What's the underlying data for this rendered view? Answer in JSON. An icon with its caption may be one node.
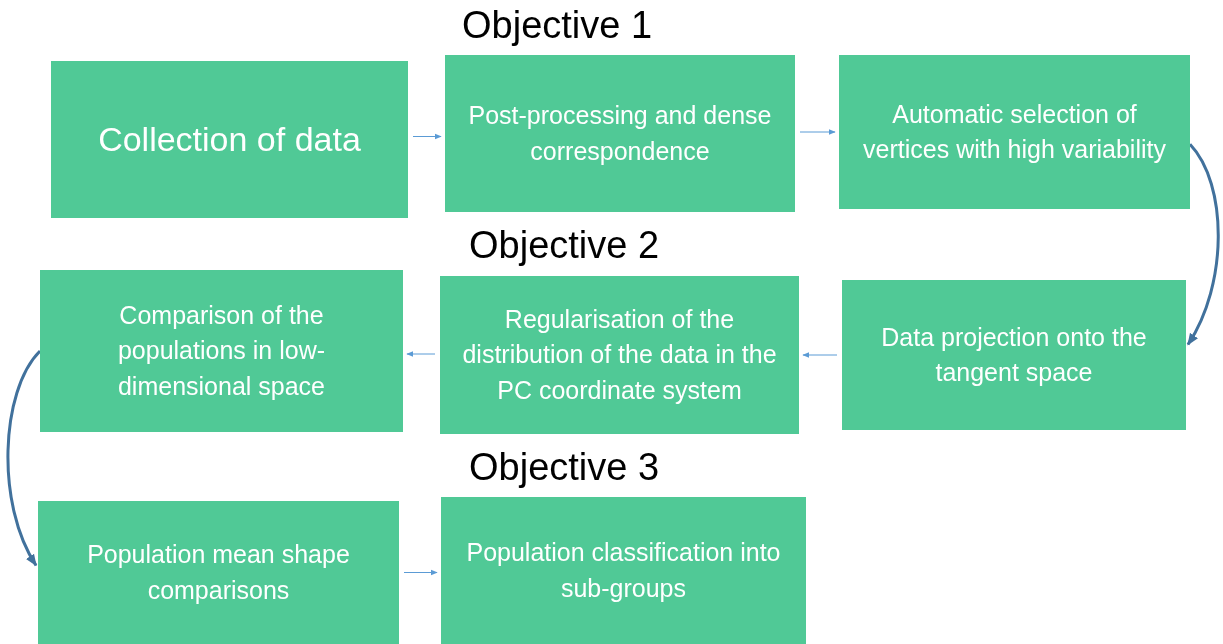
{
  "diagram": {
    "nodes": [
      {
        "text": [
          "Collection of data"
        ]
      },
      {
        "text": [
          "Post-processing and dense correspondence"
        ]
      },
      {
        "text": [
          "Automatic selection of vertices with high variability"
        ]
      },
      {
        "text": [
          "Data projection onto the tangent space"
        ]
      },
      {
        "text": [
          "Regularisation of the distribution of the data in the PC coordinate system"
        ]
      },
      {
        "text": [
          "Comparison of the populations in low-dimensional space"
        ]
      },
      {
        "text": [
          "Population mean shape comparisons"
        ]
      },
      {
        "text": [
          "Population classification into sub-groups"
        ]
      }
    ],
    "edges": [
      {
        "from": 0,
        "to": 1,
        "arrow": "to"
      },
      {
        "from": 1,
        "to": 2,
        "arrow": "to"
      },
      {
        "from": 2,
        "to": 3,
        "arrow": "to",
        "style": "thick",
        "color": "#41719c"
      },
      {
        "from": 3,
        "to": 4,
        "arrow": "to"
      },
      {
        "from": 4,
        "to": 5,
        "arrow": "to"
      },
      {
        "from": 5,
        "to": 6,
        "arrow": "to",
        "style": "thick",
        "color": "#41719c"
      },
      {
        "from": 6,
        "to": 7,
        "arrow": "to"
      }
    ],
    "labels": [
      "Objective 1",
      "Objective 2",
      "Objective 3"
    ]
  }
}
